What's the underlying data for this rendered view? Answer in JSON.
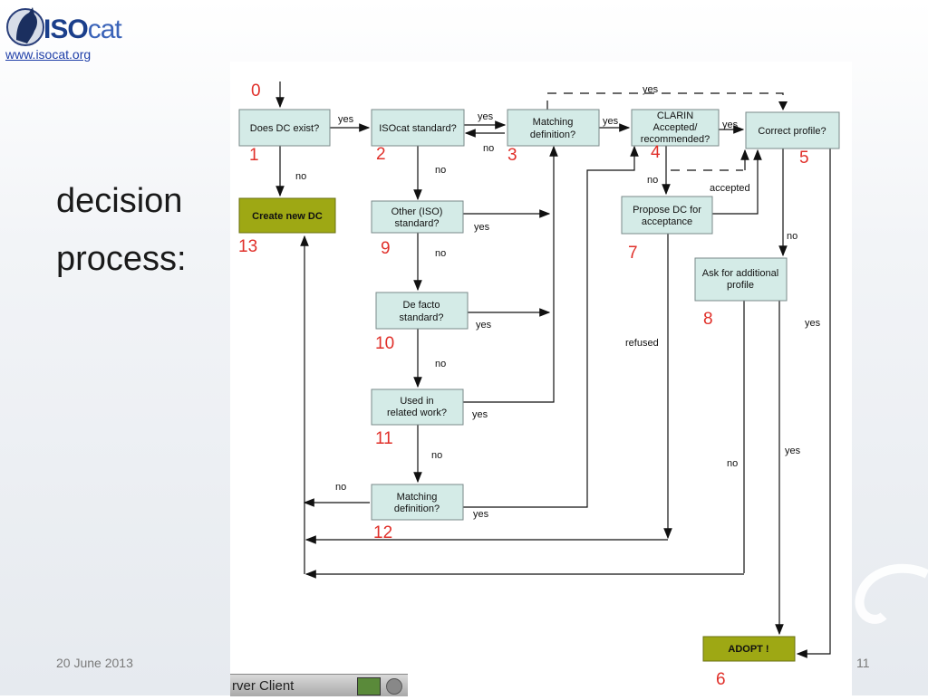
{
  "header": {
    "logo_iso": "ISO",
    "logo_cat": "cat",
    "url": "www.isocat.org"
  },
  "title": {
    "line1": "decision",
    "line2": "process:"
  },
  "footer": {
    "date": "20 June 2013",
    "page": "11"
  },
  "taskbar": {
    "label": "rver Client"
  },
  "flowchart": {
    "nodes": {
      "n1": [
        "Does DC exist?"
      ],
      "n2": [
        "ISOcat standard?"
      ],
      "n3": [
        "Matching",
        "definition?"
      ],
      "n4": [
        "CLARIN",
        "Accepted/",
        "recommended?"
      ],
      "n5": [
        "Correct profile?"
      ],
      "n9": [
        "Other (ISO)",
        "standard?"
      ],
      "n7": [
        "Propose DC  for",
        "acceptance"
      ],
      "n8": [
        "Ask for additional",
        "profile"
      ],
      "n10": [
        "De facto",
        "standard?"
      ],
      "n11": [
        "Used in",
        "related work?"
      ],
      "n12": [
        "Matching",
        "definition?"
      ],
      "n13": [
        "Create new DC"
      ],
      "n6": [
        "ADOPT !"
      ]
    },
    "numbers": {
      "n0": "0",
      "n1": "1",
      "n2": "2",
      "n3": "3",
      "n4": "4",
      "n5": "5",
      "n6": "6",
      "n7": "7",
      "n8": "8",
      "n9": "9",
      "n10": "10",
      "n11": "11",
      "n12": "12",
      "n13": "13"
    },
    "edge_labels": {
      "e1_2": "yes",
      "e2_3": "yes",
      "e3_2": "no",
      "e3_4": "yes",
      "e4_5": "yes",
      "e3_5_top": "yes",
      "e1_13": "no",
      "e2_9": "no",
      "e4_7": "no",
      "e7_5": "accepted",
      "e5_8": "no",
      "e9_yes": "yes",
      "e9_10": "no",
      "e10_yes": "yes",
      "e7_refused": "refused",
      "e5_yes_a": "yes",
      "e10_11": "no",
      "e11_yes": "yes",
      "e11_12": "no",
      "e8_no": "no",
      "e5_yes_b": "yes",
      "e12_no": "no",
      "e12_yes": "yes"
    }
  },
  "colors": {
    "box_fill": "#d4ebe7",
    "create_fill": "#9ea814",
    "adopt_fill": "#9ea814",
    "number_color": "#e0302a"
  }
}
